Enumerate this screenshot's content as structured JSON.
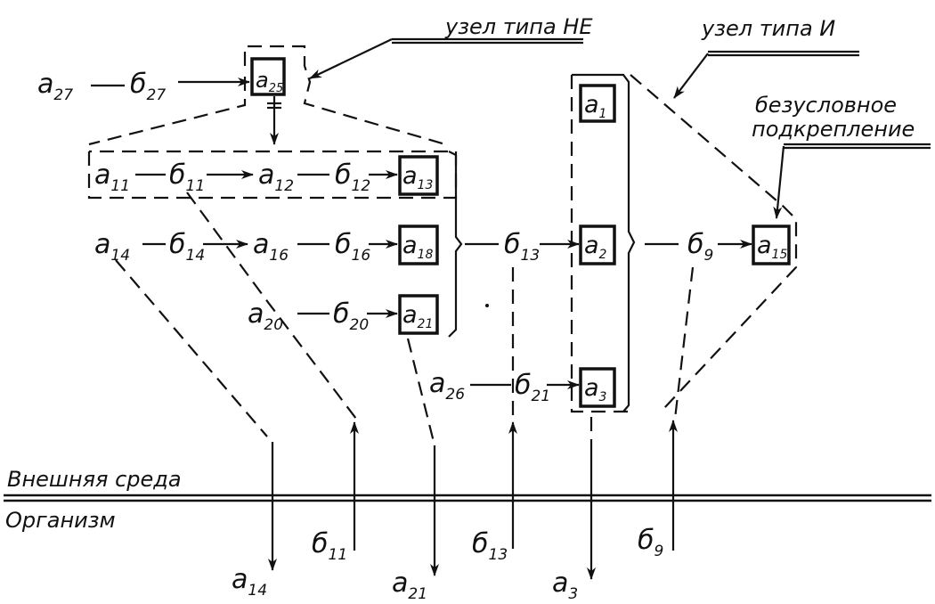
{
  "captions": {
    "not_node": "узел типа НЕ",
    "and_node": "узел типа И",
    "reinforcement_line1": "безусловное",
    "reinforcement_line2": "подкрепление",
    "environment": "Внешняя  среда",
    "organism": "Организм"
  },
  "nodes": {
    "a27": {
      "base": "a",
      "sub": "27"
    },
    "b27": {
      "base": "б",
      "sub": "27"
    },
    "a25": {
      "base": "a",
      "sub": "25"
    },
    "a11": {
      "base": "a",
      "sub": "11"
    },
    "b11": {
      "base": "б",
      "sub": "11"
    },
    "a12": {
      "base": "a",
      "sub": "12"
    },
    "b12": {
      "base": "б",
      "sub": "12"
    },
    "a13": {
      "base": "a",
      "sub": "13"
    },
    "a14": {
      "base": "a",
      "sub": "14"
    },
    "b14": {
      "base": "б",
      "sub": "14"
    },
    "a16": {
      "base": "a",
      "sub": "16"
    },
    "b16": {
      "base": "б",
      "sub": "16"
    },
    "a18": {
      "base": "a",
      "sub": "18"
    },
    "a20": {
      "base": "a",
      "sub": "20"
    },
    "b20": {
      "base": "б",
      "sub": "20"
    },
    "a21": {
      "base": "a",
      "sub": "21"
    },
    "b13": {
      "base": "б",
      "sub": "13"
    },
    "a1": {
      "base": "a",
      "sub": "1"
    },
    "a2": {
      "base": "a",
      "sub": "2"
    },
    "a3": {
      "base": "a",
      "sub": "3"
    },
    "a26": {
      "base": "a",
      "sub": "26"
    },
    "b21": {
      "base": "б",
      "sub": "21"
    },
    "b9": {
      "base": "б",
      "sub": "9"
    },
    "a15": {
      "base": "a",
      "sub": "15"
    }
  },
  "boundary_signals": {
    "out_a14": {
      "base": "a",
      "sub": "14"
    },
    "in_b11": {
      "base": "б",
      "sub": "11"
    },
    "out_a21": {
      "base": "a",
      "sub": "21"
    },
    "in_b13": {
      "base": "б",
      "sub": "13"
    },
    "out_a3": {
      "base": "a",
      "sub": "3"
    },
    "in_b9": {
      "base": "б",
      "sub": "9"
    }
  }
}
